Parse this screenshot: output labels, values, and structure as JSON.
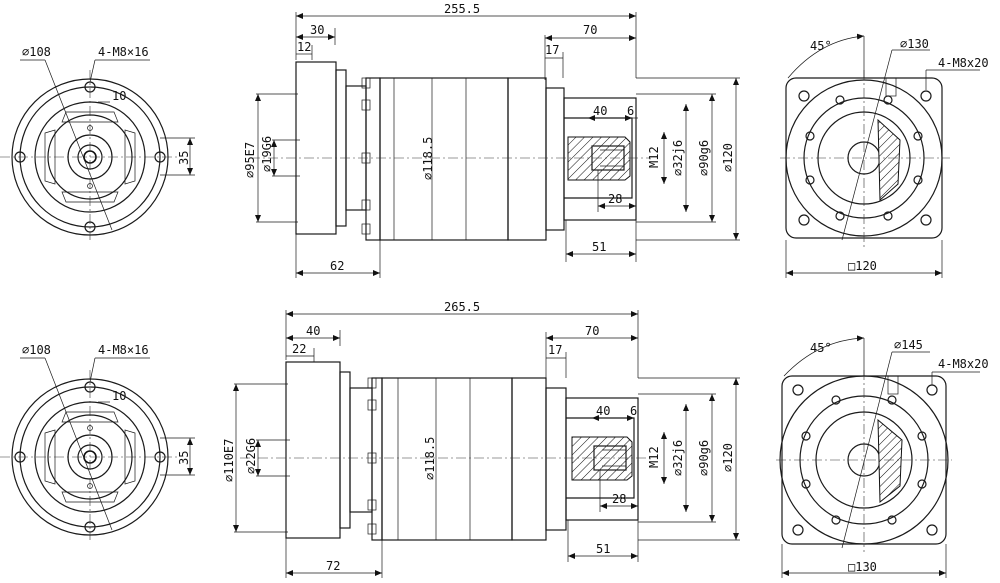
{
  "top": {
    "front": {
      "pcd": "⌀108",
      "holes": "4-M8×16",
      "d10": "10",
      "d35": "35"
    },
    "side": {
      "length": "255.5",
      "flange_t": "30",
      "plate_t": "12",
      "pilot": "⌀95E7",
      "input_bore": "⌀19G6",
      "body_d": "⌀118.5",
      "out_len": "70",
      "d17": "17",
      "key_len": "40",
      "key_w": "6",
      "thread": "M12",
      "shaft": "⌀32j6",
      "spigot": "⌀90g6",
      "outer": "⌀120",
      "d28": "28",
      "d51": "51",
      "d62": "62"
    },
    "rear": {
      "angle": "45°",
      "pcd": "⌀130",
      "holes": "4-M8x20",
      "square": "□120"
    }
  },
  "bottom": {
    "front": {
      "pcd": "⌀108",
      "holes": "4-M8×16",
      "d10": "10",
      "d35": "35"
    },
    "side": {
      "length": "265.5",
      "flange_t": "40",
      "plate_t": "22",
      "pilot": "⌀110E7",
      "input_bore": "⌀22G6",
      "body_d": "⌀118.5",
      "out_len": "70",
      "d17": "17",
      "key_len": "40",
      "key_w": "6",
      "thread": "M12",
      "shaft": "⌀32j6",
      "spigot": "⌀90g6",
      "outer": "⌀120",
      "d28": "28",
      "d51": "51",
      "d72": "72"
    },
    "rear": {
      "angle": "45°",
      "pcd": "⌀145",
      "holes": "4-M8x20",
      "square": "□130"
    }
  }
}
